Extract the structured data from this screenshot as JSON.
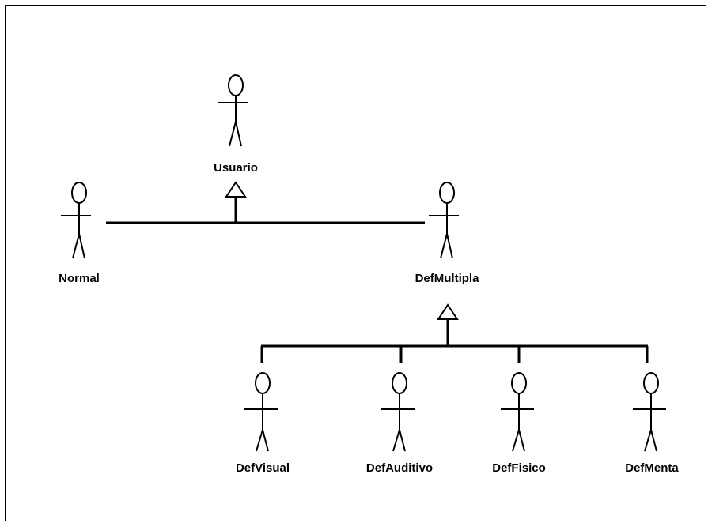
{
  "diagram": {
    "type": "use-case-actor-generalization",
    "line_color": "#000000",
    "background": "#ffffff",
    "actors": [
      {
        "id": "usuario",
        "label": "Usuario"
      },
      {
        "id": "normal",
        "label": "Normal"
      },
      {
        "id": "defmultipla",
        "label": "DefMultipla"
      },
      {
        "id": "defvisual",
        "label": "DefVisual"
      },
      {
        "id": "defauditivo",
        "label": "DefAuditivo"
      },
      {
        "id": "deffisico",
        "label": "DefFisico"
      },
      {
        "id": "defmenta",
        "label": "DefMenta"
      }
    ],
    "generalizations": [
      {
        "parent": "usuario",
        "children": [
          "normal",
          "defmultipla"
        ]
      },
      {
        "parent": "defmultipla",
        "children": [
          "defvisual",
          "defauditivo",
          "deffisico",
          "defmenta"
        ]
      }
    ]
  }
}
